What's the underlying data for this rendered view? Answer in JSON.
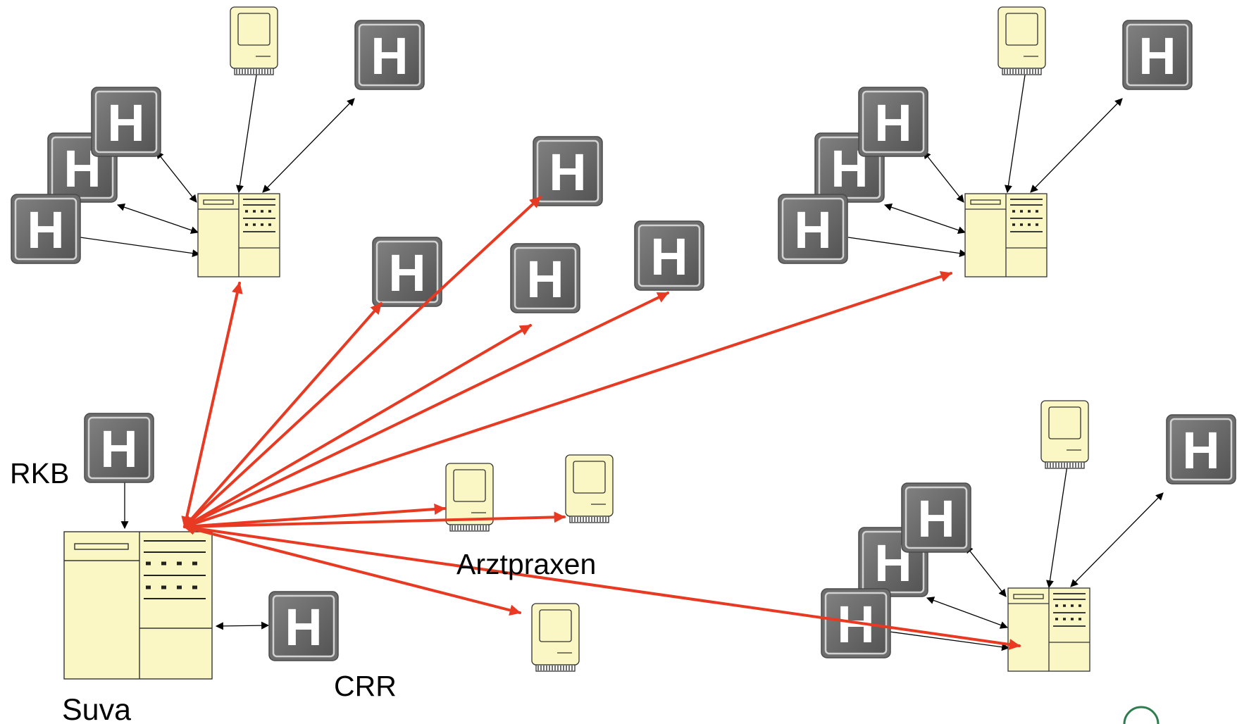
{
  "labels": {
    "rkb": "RKB",
    "arztpraxen": "Arztpraxen",
    "crr": "CRR",
    "suva": "Suva"
  },
  "icons": {
    "hospital_letter": "H",
    "hospital": "hospital-sign-icon",
    "server": "server-tower-icon",
    "computer": "desktop-computer-icon",
    "logo": "logo-icon"
  },
  "colors": {
    "background": "#ffffff",
    "hospital_fill": "#6d6d6d",
    "hospital_border": "#d2d2d2",
    "device_fill": "#fbf7c4",
    "device_stroke": "#333333",
    "link_red": "#e83a22",
    "link_black": "#000000",
    "logo_green": "#2e7d4f"
  }
}
